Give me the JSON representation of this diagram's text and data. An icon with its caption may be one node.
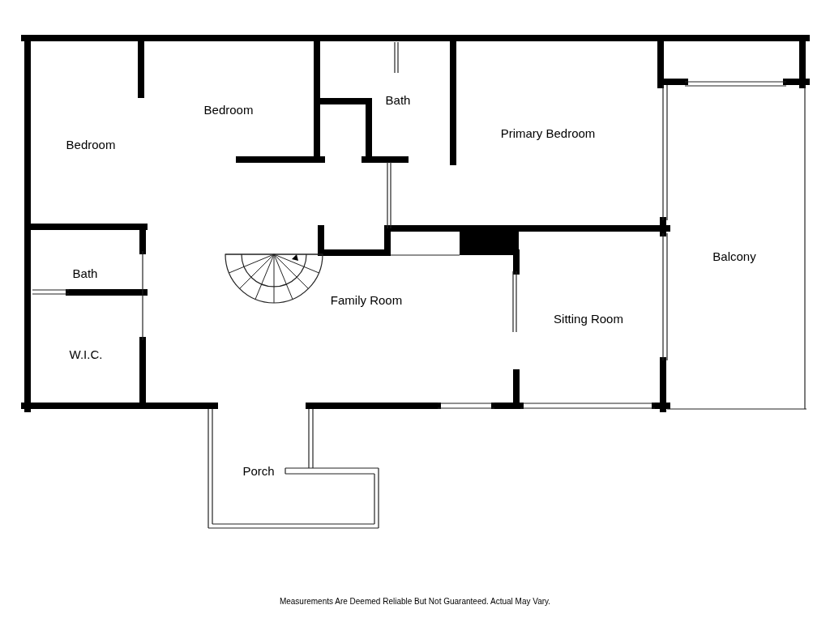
{
  "diagram": {
    "labels": [
      "Bath",
      "Bedroom",
      "Primary Bedroom",
      "Bedroom",
      "Balcony",
      "Bath",
      "Family Room",
      "Sitting Room",
      "W.I.C.",
      "Porch",
      "Measurements Are Deemed Reliable But Not Guaranteed. Actual May Vary."
    ]
  }
}
